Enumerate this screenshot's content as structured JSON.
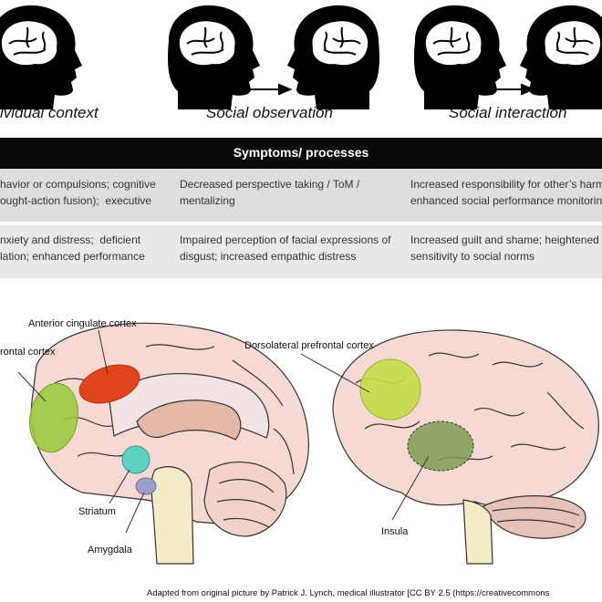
{
  "contexts": {
    "individual": "ividual context",
    "observation": "Social observation",
    "interaction": "Social interaction"
  },
  "table": {
    "header": "Symptoms/ processes",
    "rows": [
      [
        "havior or compulsions; cognitive\nought-action fusion);  executive",
        "Decreased perspective taking / ToM /\nmentalizing",
        "Increased responsibility for other’s harm\nenhanced social performance monitoring"
      ],
      [
        "nxiety and distress;  deficient\nlation; enhanced performance",
        "Impaired perception of facial expressions of\ndisgust; increased empathic distress",
        "Increased guilt and shame; heightened\nsensitivity to social norms"
      ]
    ]
  },
  "brain_labels": {
    "acc": "Anterior cingulate cortex",
    "pfc": "rontal cortex",
    "striatum": "Striatum",
    "amygdala": "Amygdala",
    "dlpfc": "Dorsolateral prefrontal cortex",
    "insula": "Insula"
  },
  "region_colors": {
    "acc": "#e0441c",
    "pfc": "#9cc940",
    "striatum": "#5fd1c3",
    "amygdala": "#9aa0c8",
    "dlpfc": "#c4dc46",
    "insula": "#7f9c52"
  },
  "credit": "Adapted from original picture by Patrick J. Lynch, medical illustrator [CC BY 2.5 (https://creativecommons"
}
